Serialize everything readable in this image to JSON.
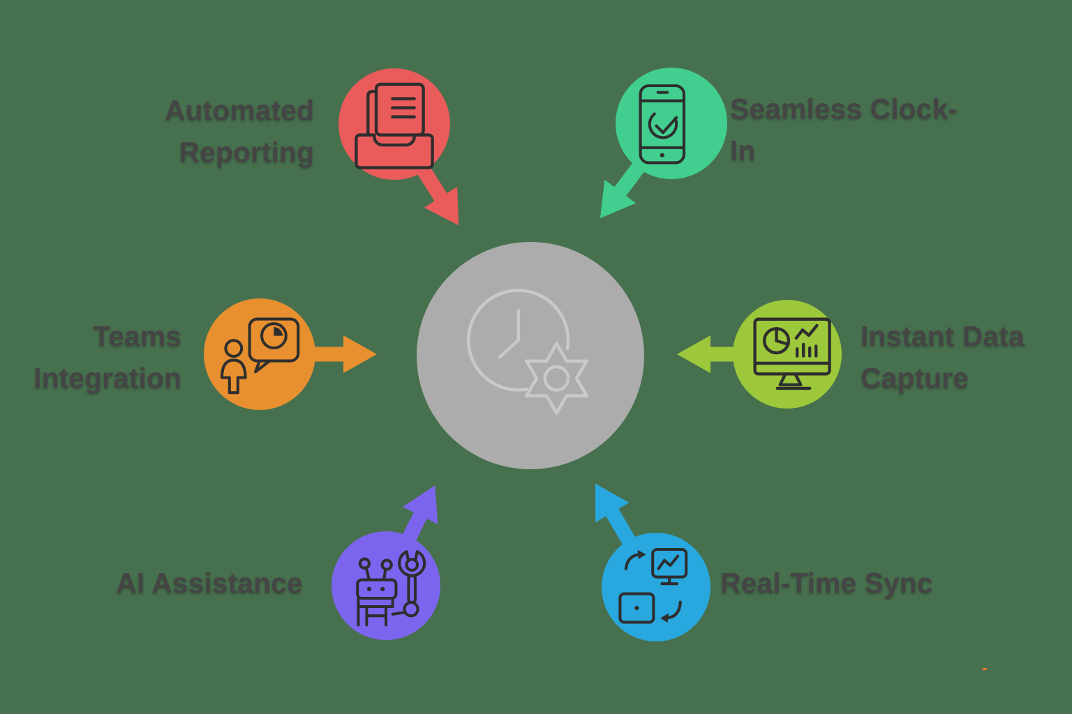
{
  "palette": {
    "background": "#47714E",
    "hub_fill": "#ACACAC",
    "hub_icon_stroke": "#C9C9C9",
    "icon_stroke": "#2E2E2E",
    "label_color": "#454545",
    "artifact_color": "#E8742C"
  },
  "hub": {
    "icon": "clock-gear-icon"
  },
  "nodes": [
    {
      "id": "automated-reporting",
      "label": "Automated Reporting",
      "lines": [
        "Automated",
        "Reporting"
      ],
      "color": "#EA5B5B",
      "icon": "document-tray-icon",
      "position": "top-left"
    },
    {
      "id": "seamless-clock-in",
      "label": "Seamless Clock-In",
      "lines": [
        "Seamless Clock-",
        "In"
      ],
      "color": "#42CE8E",
      "icon": "phone-check-icon",
      "position": "top-right"
    },
    {
      "id": "teams-integration",
      "label": "Teams Integration",
      "lines": [
        "Teams",
        "Integration"
      ],
      "color": "#E8902F",
      "icon": "person-chat-clock-icon",
      "position": "left"
    },
    {
      "id": "instant-data-capture",
      "label": "Instant Data Capture",
      "lines": [
        "Instant Data",
        "Capture"
      ],
      "color": "#9DC83B",
      "icon": "monitor-analytics-icon",
      "position": "right"
    },
    {
      "id": "ai-assistance",
      "label": "AI Assistance",
      "lines": [
        "AI Assistance"
      ],
      "color": "#7C65EE",
      "icon": "robot-wrench-icon",
      "position": "bottom-left"
    },
    {
      "id": "real-time-sync",
      "label": "Real-Time Sync",
      "lines": [
        "Real-Time Sync"
      ],
      "color": "#29A8E0",
      "icon": "device-sync-icon",
      "position": "bottom-right"
    }
  ]
}
